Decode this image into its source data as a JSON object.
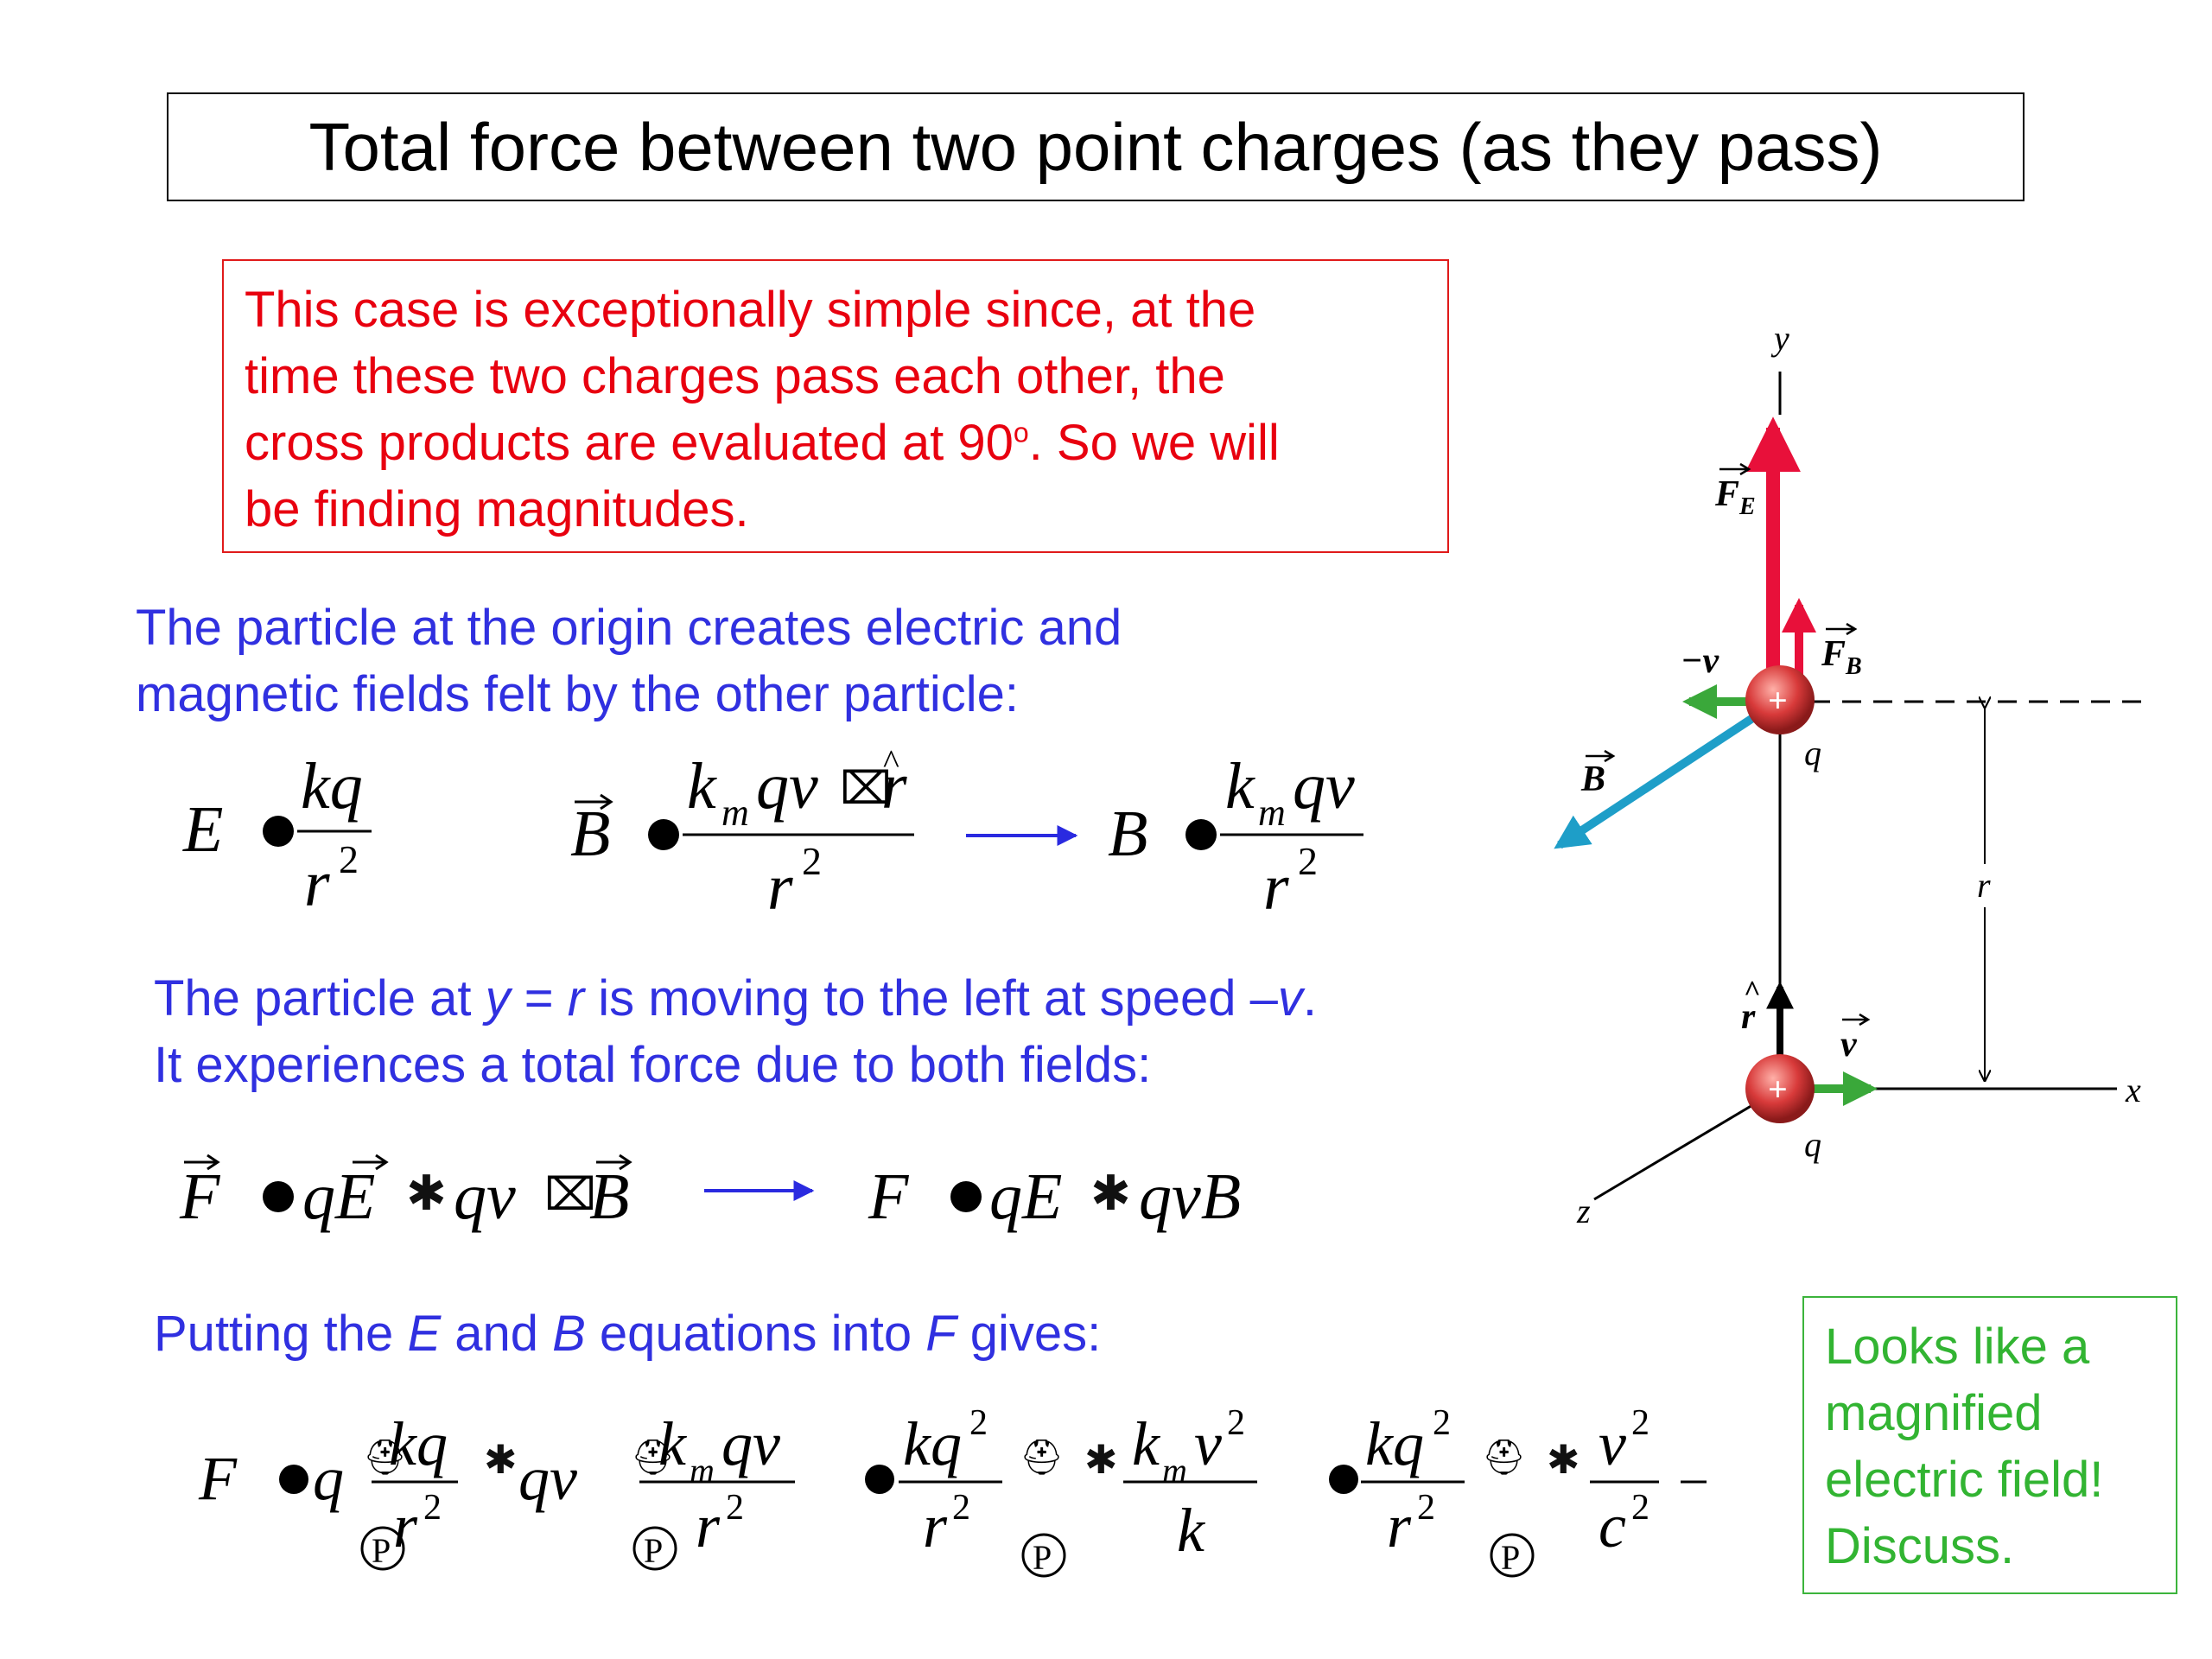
{
  "title": "Total force between two point charges (as they pass)",
  "note_box": {
    "lines": [
      "This case is exceptionally simple since, at the",
      "time these two charges pass each other, the",
      "cross products are evaluated at 90",
      "be finding magnitudes."
    ],
    "degree_mark": "o",
    "line3_tail": ".  So we will"
  },
  "intro": {
    "lines": [
      "The particle at the origin creates electric and",
      "magnetic fields felt by the other particle:"
    ]
  },
  "motion": {
    "pre": "The particle at ",
    "y": "y",
    "eq": " = ",
    "r": "r",
    "mid": " is moving to the left at speed –",
    "v": "v",
    "end": ".",
    "line2": "It experiences a total force due to both fields:"
  },
  "putting": {
    "t1": "Putting the ",
    "E": "E",
    "t2": " and ",
    "B": "B",
    "t3": " equations into ",
    "F": "F",
    "t4": " gives:"
  },
  "green_box": {
    "lines": [
      "Looks like a",
      "magnified",
      "electric field!",
      "Discuss."
    ]
  },
  "equations": {
    "E_lhs": "E",
    "E_num": "kq",
    "E_den": "r",
    "sq": "2",
    "Bvec_lhs": "B",
    "Bvec_num": "k",
    "Bvec_sub": "m",
    "Bvec_num2": "qv",
    "Bvec_cross": "r",
    "Bvec_den": "r",
    "B_lhs": "B",
    "B_num": "k",
    "B_sub": "m",
    "B_num2": "qv",
    "B_den": "r",
    "F_vec": "F",
    "qE": "qE",
    "qv": "qv",
    "Bv": "B",
    "F_mag": "F",
    "qE2": "qE",
    "qvB": "qvB",
    "bottom": {
      "F": "F",
      "q": "q",
      "kq": "kq",
      "r": "r",
      "qv": "qv",
      "km": "k",
      "m": "m",
      "kmqv": "qv",
      "kq2": "kq",
      "v2": "v",
      "k": "k",
      "c": "c",
      "circleP": "P"
    }
  },
  "diagram": {
    "y_label": "y",
    "x_label": "x",
    "z_label": "z",
    "FE_label": "F",
    "FE_sub": "E",
    "FB_label": "F",
    "FB_sub": "B",
    "neg_v_label": "−v",
    "B_label": "B",
    "q_top": "q",
    "q_bottom": "q",
    "r_label": "r",
    "rhat_label": "r",
    "v_label": "v",
    "plus": "+",
    "colors": {
      "fe_arrow": "#e8103a",
      "v_arrow": "#3aa83a",
      "b_arrow": "#1e9ec8",
      "charge": "#d83a3a"
    }
  }
}
